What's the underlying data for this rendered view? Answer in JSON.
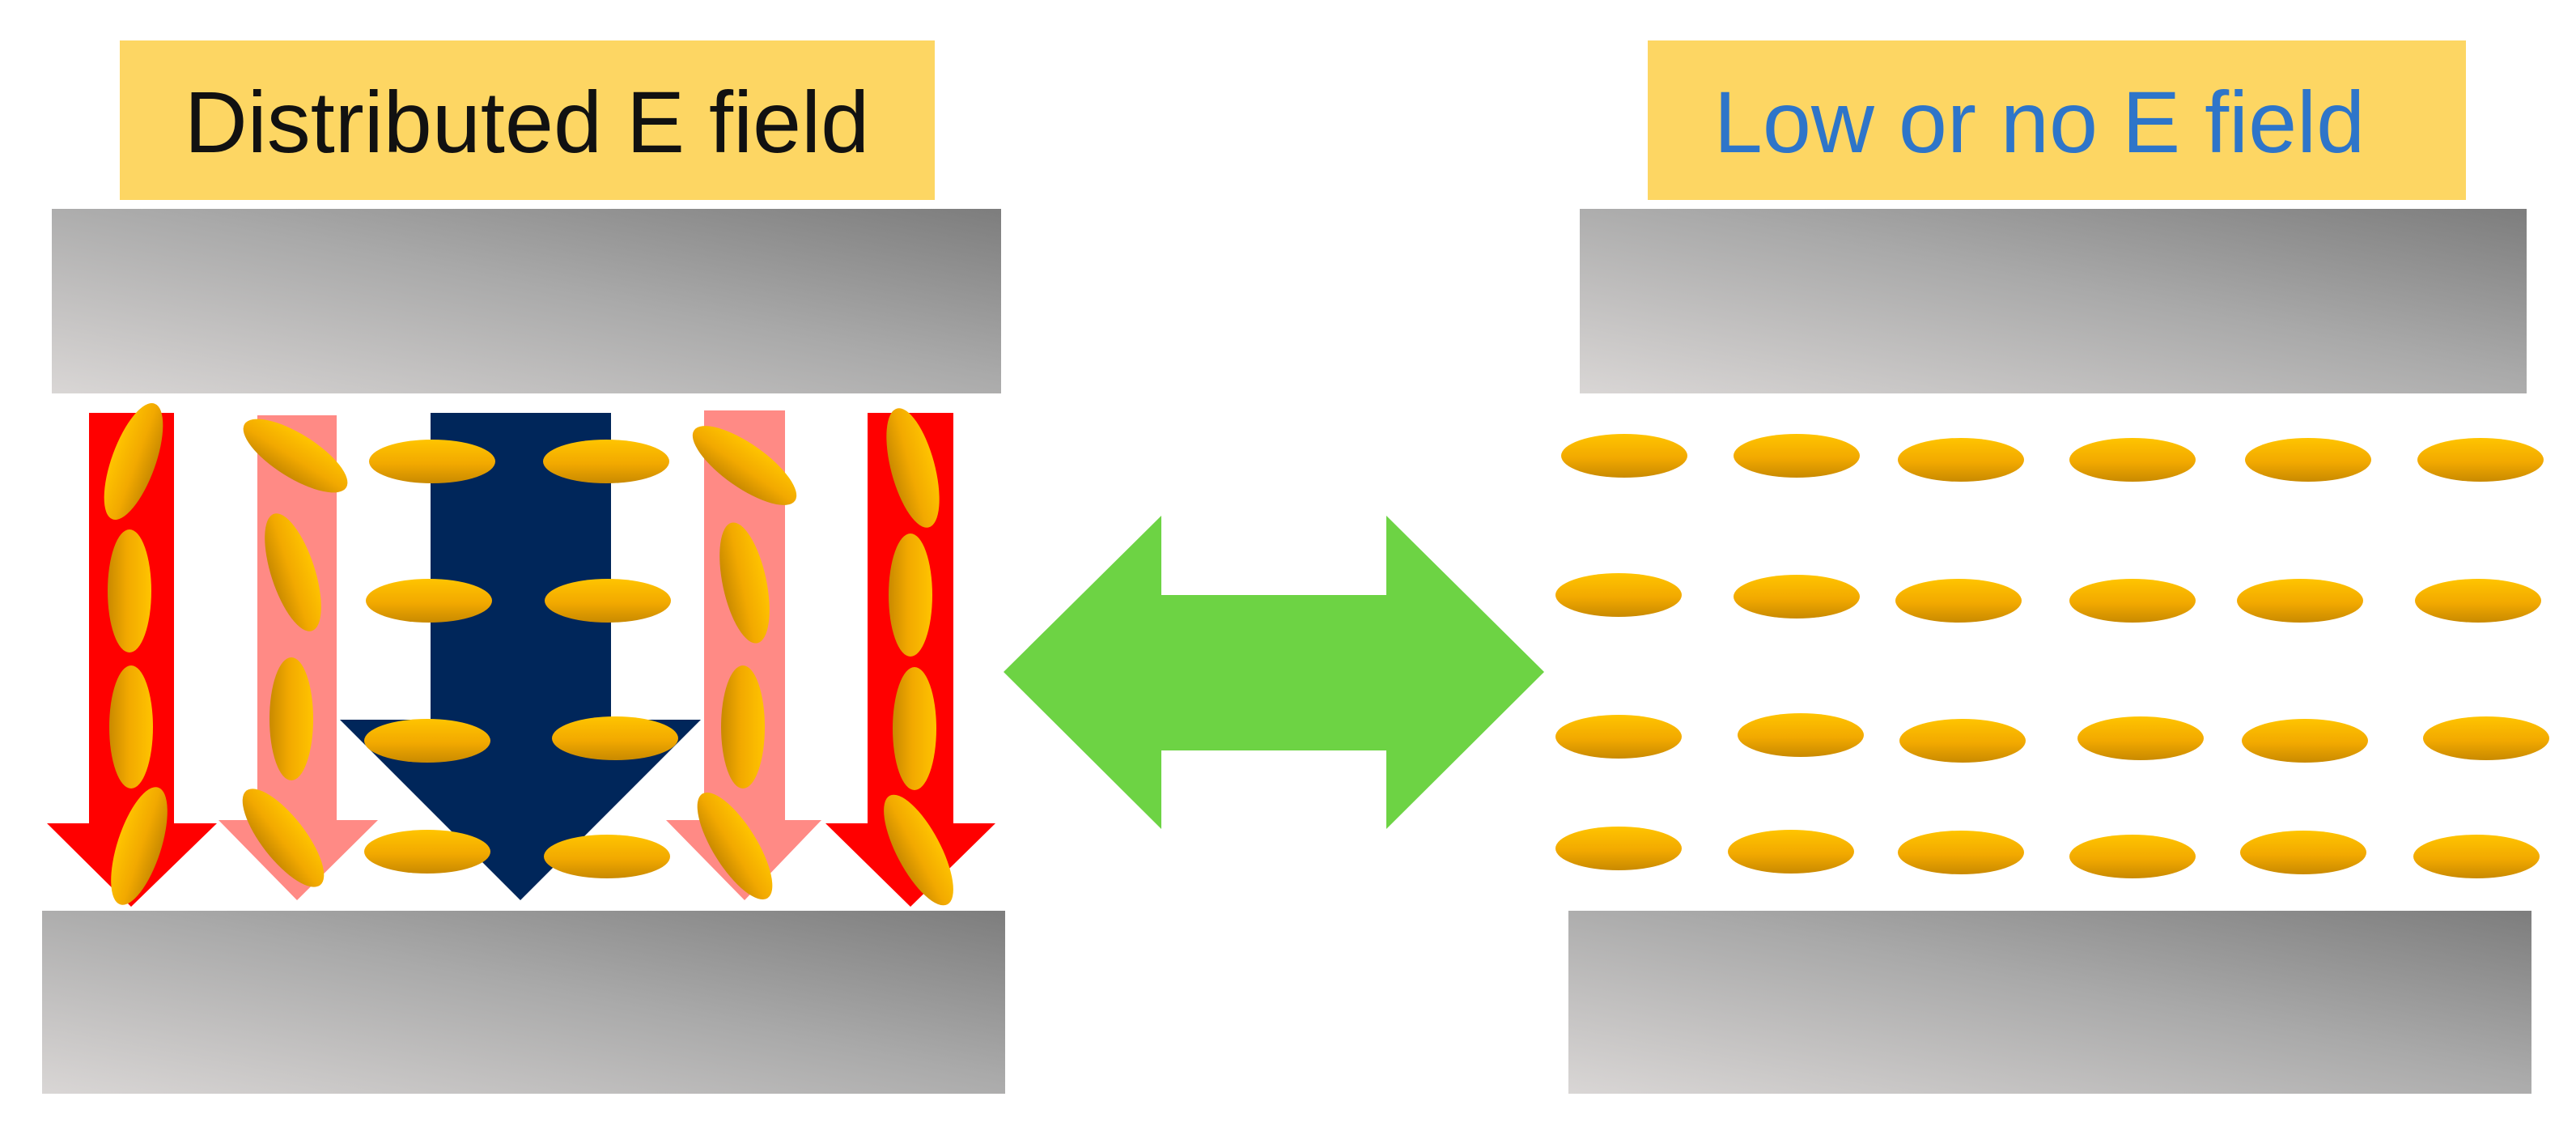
{
  "left_panel": {
    "label": "Distributed E field",
    "label_color": "#111111"
  },
  "right_panel": {
    "label": "Low or no E field",
    "label_color": "#2e75c9"
  },
  "colors": {
    "label_bg": "#fdd663",
    "plate_light": "#d9d6d5",
    "plate_dark": "#7f7f7f",
    "strong_field_arrow": "#ff0000",
    "medium_field_arrow": "#ff8a85",
    "central_field_arrow": "#00265a",
    "double_arrow": "#6dd344",
    "molecule_light": "#ffc000",
    "molecule_dark": "#cc8a00"
  },
  "icons": {
    "double_arrow": "double-headed-arrow",
    "molecule": "ellipse-molecule",
    "field_arrow": "down-arrow"
  }
}
